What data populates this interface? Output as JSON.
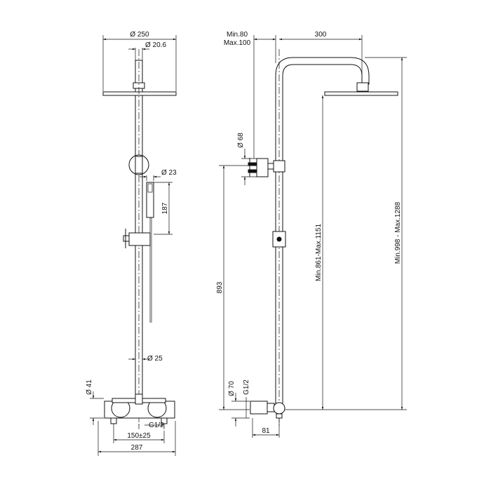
{
  "front": {
    "head_diameter": "Ø 250",
    "arm_diameter": "Ø 20.6",
    "hand_shower_diameter": "Ø 23",
    "hand_shower_length": "187",
    "riser_diameter": "Ø 25",
    "mixer_height": "Ø 41",
    "thread": "G1/2",
    "centers": "150±25",
    "mixer_width": "287"
  },
  "side": {
    "wall_min": "Min.80",
    "wall_max": "Max.100",
    "arm_length": "300",
    "bracket_diameter": "Ø 68",
    "bracket_height": "893",
    "head_range": "Min.861-Max.1151",
    "total_range": "Min.998 - Max.1288",
    "mixer_diameter": "Ø 70",
    "thread": "G1/2",
    "mixer_depth": "81"
  }
}
